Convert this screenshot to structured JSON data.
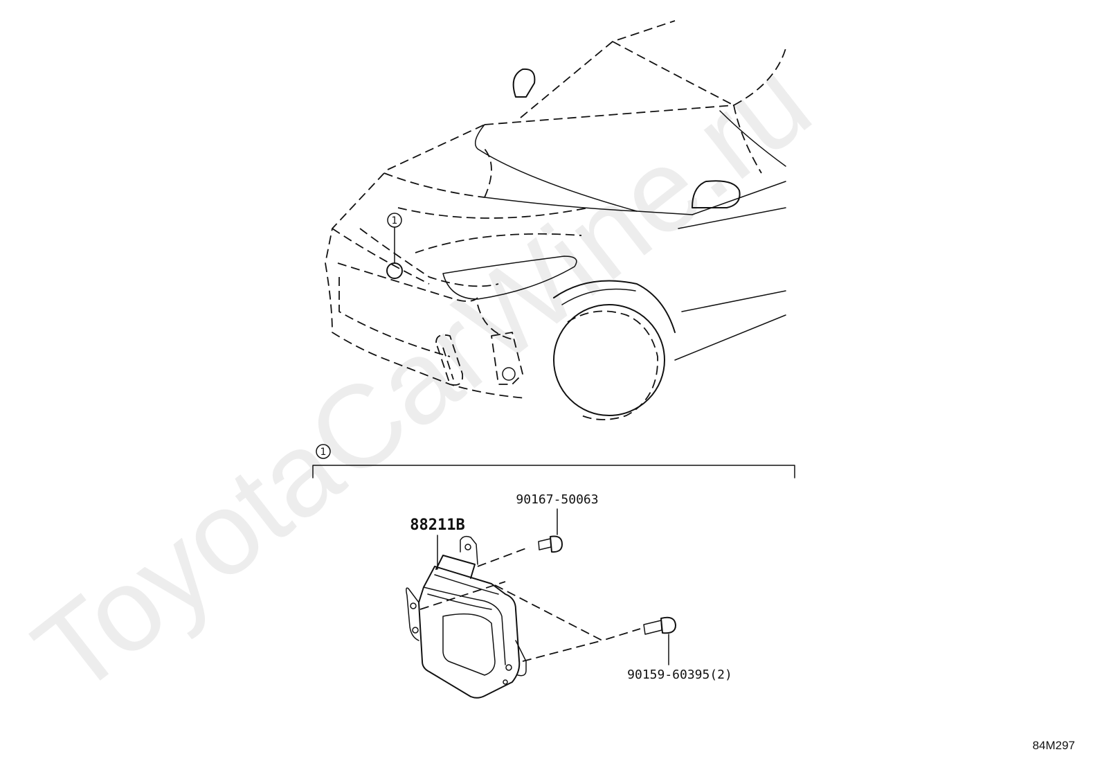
{
  "callouts": {
    "vehicle_marker": "1",
    "group_marker": "1"
  },
  "parts": {
    "radar_sensor": "88211B",
    "upper_bolt": "90167-50063",
    "lower_bolts": "90159-60395(2)"
  },
  "watermark": "ToyotaCarWine.ru",
  "illustration_code": "84M297"
}
